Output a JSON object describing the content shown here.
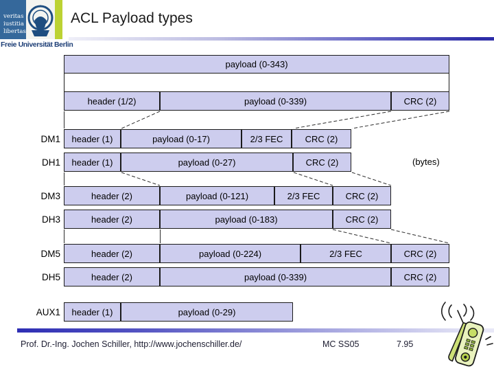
{
  "slide": {
    "title": "ACL Payload types",
    "logo": {
      "motto_lines": [
        "veritas",
        "iustitia",
        "libertas"
      ],
      "university": "Freie Universität Berlin"
    },
    "footer": {
      "author": "Prof. Dr.-Ing. Jochen Schiller, http://www.jochenschiller.de/",
      "course": "MC SS05",
      "page": "7.95"
    }
  },
  "diagram": {
    "bytes_note": "(bytes)",
    "rows": [
      {
        "label": "",
        "boxes": [
          "payload (0-343)"
        ]
      },
      {
        "label": "",
        "boxes": [
          "header (1/2)",
          "payload (0-339)",
          "CRC (2)"
        ]
      },
      {
        "label": "DM1",
        "boxes": [
          "header (1)",
          "payload (0-17)",
          "2/3 FEC",
          "CRC (2)"
        ]
      },
      {
        "label": "DH1",
        "boxes": [
          "header (1)",
          "payload (0-27)",
          "CRC (2)"
        ]
      },
      {
        "label": "DM3",
        "boxes": [
          "header (2)",
          "payload (0-121)",
          "2/3 FEC",
          "CRC (2)"
        ]
      },
      {
        "label": "DH3",
        "boxes": [
          "header (2)",
          "payload (0-183)",
          "CRC (2)"
        ]
      },
      {
        "label": "DM5",
        "boxes": [
          "header (2)",
          "payload (0-224)",
          "2/3 FEC",
          "CRC (2)"
        ]
      },
      {
        "label": "DH5",
        "boxes": [
          "header (2)",
          "payload (0-339)",
          "CRC (2)"
        ]
      },
      {
        "label": "AUX1",
        "boxes": [
          "header (1)",
          "payload (0-29)"
        ]
      }
    ]
  },
  "colors": {
    "box_fill": "#cdcdee",
    "box_border": "#1a1a1a",
    "accent_blue": "#2e2ea8",
    "logo_blue": "#35689b",
    "logo_green": "#bcd232",
    "university_text": "#1d3e76"
  }
}
